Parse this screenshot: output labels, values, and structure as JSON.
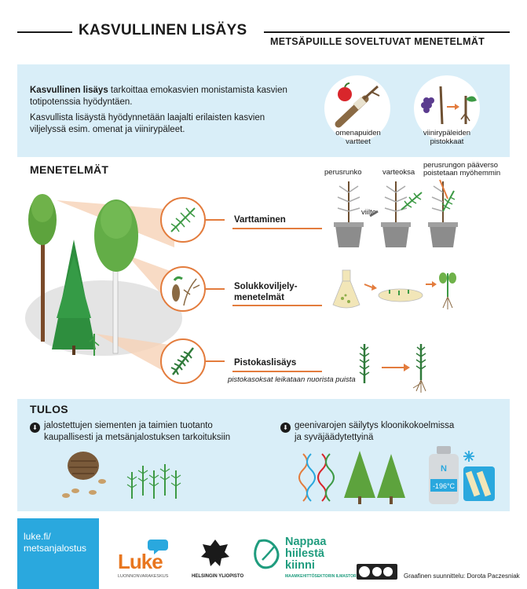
{
  "header": {
    "title": "KASVULLINEN LISÄYS",
    "subtitle": "METSÄPUILLE SOVELTUVAT MENETELMÄT"
  },
  "intro": {
    "term": "Kasvullinen lisäys",
    "definition_rest": " tarkoittaa emokasvien monistamista kasvien totipotenssia hyödyntäen.",
    "paragraph2": "Kasvullista lisäystä hyödynnetään laajalti erilaisten kasvien viljelyssä esim. omenat ja viinirypäleet.",
    "apple_caption_1": "omenapuiden",
    "apple_caption_2": "vartteet",
    "grape_caption_1": "viinirypäleiden",
    "grape_caption_2": "pistokkaat"
  },
  "methods": {
    "heading": "MENETELMÄT",
    "grafting": {
      "label": "Varttaminen",
      "label_rootstock": "perusrunko",
      "label_scion": "varteoksa",
      "label_graft": "viilto",
      "label_removed_1": "perusrungon pääverso",
      "label_removed_2": "poistetaan myöhemmin"
    },
    "tissue_culture": {
      "label_1": "Solukkoviljely-",
      "label_2": "menetelmät"
    },
    "cuttings": {
      "label": "Pistokaslisäys",
      "note": "pistokasoksat leikataan nuorista puista"
    }
  },
  "results": {
    "heading": "TULOS",
    "item1_line1": "jalostettujen siementen ja taimien tuotanto",
    "item1_line2": "kaupallisesti ja metsänjalostuksen tarkoituksiin",
    "item2_line1": "geenivarojen säilytys kloonikokoelmissa",
    "item2_line2": "ja syväjäädytettyinä",
    "tank_letter": "N",
    "temperature": "-196°C",
    "bullet_glyph": "⬇"
  },
  "footer": {
    "link_line1": "luke.fi/",
    "link_line2": "metsanjalostus",
    "luke_logo": "Luke",
    "luke_sub": "LUONNONVARAKESKUS",
    "hy_sub": "HELSINGIN YLIOPISTO",
    "nappaa_1": "Nappaa",
    "nappaa_2": "hiilestä",
    "nappaa_3": "kiinni",
    "nappaa_sub": "MAAMKEHITTÖSEKTORIN ILMASTORATKAISUT",
    "credit": "Graafinen suunnittelu: Dorota Paczesniak"
  },
  "colors": {
    "accent_orange": "#e37c3d",
    "band_blue": "#d9eef8",
    "link_blue": "#2aa8de",
    "tree_green": "#3d9a45",
    "dark_green": "#2f7a3a"
  }
}
